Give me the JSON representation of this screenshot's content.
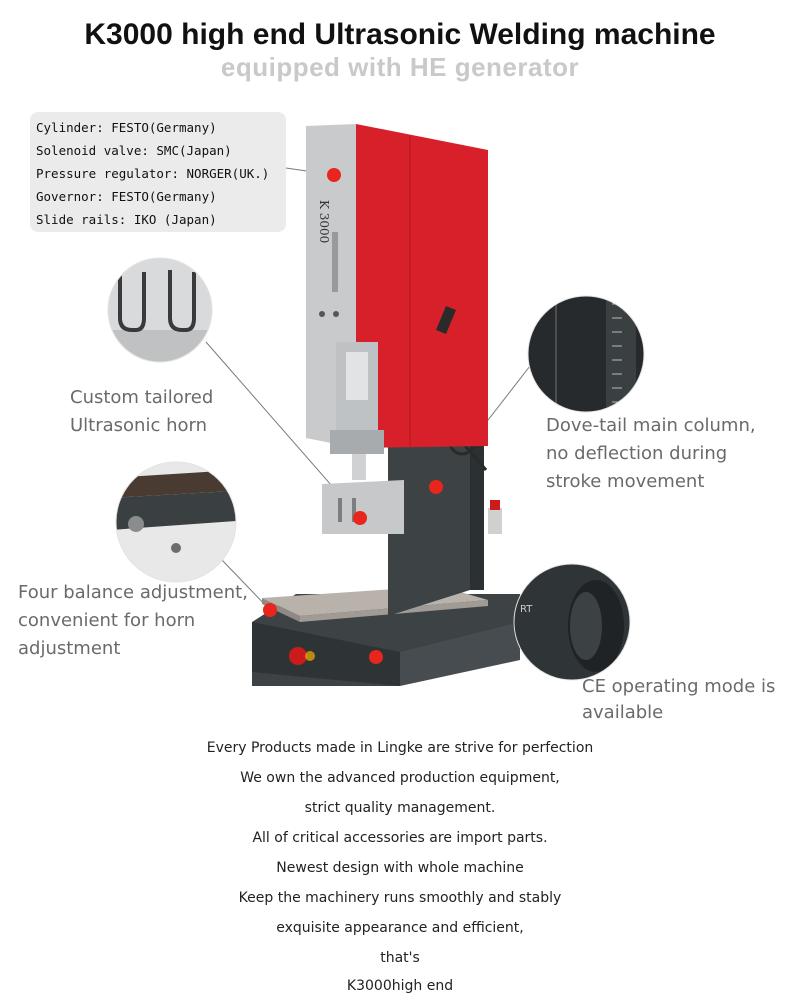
{
  "header": {
    "title": "K3000 high end Ultrasonic Welding machine",
    "subtitle": "equipped with HE generator"
  },
  "specs": [
    "Cylinder: FESTO(Germany)",
    "Solenoid valve: SMC(Japan)",
    "Pressure regulator: NORGER(UK.)",
    "Governor: FESTO(Germany)",
    "Slide rails: IKO (Japan)"
  ],
  "callouts": {
    "horn": [
      "Custom tailored",
      "Ultrasonic horn"
    ],
    "column": [
      "Dove-tail main column,",
      "no deflection during",
      "stroke movement"
    ],
    "balance": [
      "Four balance adjustment,",
      "convenient for horn",
      "adjustment"
    ],
    "ce": [
      "CE operating mode is",
      "available"
    ]
  },
  "machine": {
    "model_label": "K 3000",
    "colors": {
      "red": "#d8202b",
      "gray": "#3d4345",
      "silver": "#c8cacb",
      "dot": "#e8261e"
    }
  },
  "bottom_lines": [
    "Every Products made in Lingke are strive for perfection",
    "We own the advanced production equipment,",
    "strict quality management.",
    "All of critical accessories are import parts.",
    "Newest design with whole machine",
    "Keep the machinery runs smoothly and stably",
    "exquisite appearance and efficient,",
    "that's",
    "K3000high end"
  ]
}
